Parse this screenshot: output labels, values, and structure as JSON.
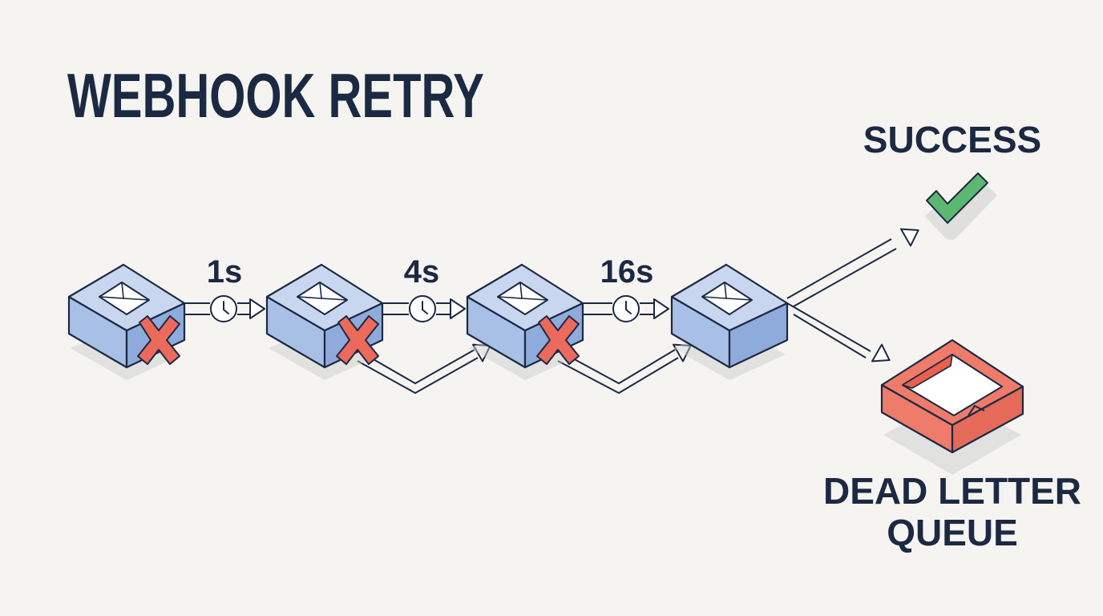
{
  "diagram": {
    "title": "WEBHOOK RETRY",
    "delays": [
      "1s",
      "4s",
      "16s"
    ],
    "outcomes": {
      "success": "SUCCESS",
      "dead_letter_line1": "DEAD LETTER",
      "dead_letter_line2": "QUEUE"
    },
    "attempts": [
      {
        "icon": "envelope-icon",
        "status": "failed"
      },
      {
        "icon": "envelope-icon",
        "status": "failed"
      },
      {
        "icon": "envelope-icon",
        "status": "failed"
      },
      {
        "icon": "envelope-icon",
        "status": "pending"
      }
    ],
    "icons": {
      "clock": "clock-icon",
      "fail": "x-icon",
      "success": "checkmark-icon",
      "dead_letter": "tray-icon"
    }
  },
  "colors": {
    "background": "#f5f4f1",
    "box_top": "#c8d7ef",
    "box_front": "#a9c0e6",
    "box_side": "#8fabdb",
    "stroke": "#1c2942",
    "fail_red": "#ec6a5c",
    "success_green": "#5cb870",
    "dead_letter_red": "#ef7b6b"
  }
}
